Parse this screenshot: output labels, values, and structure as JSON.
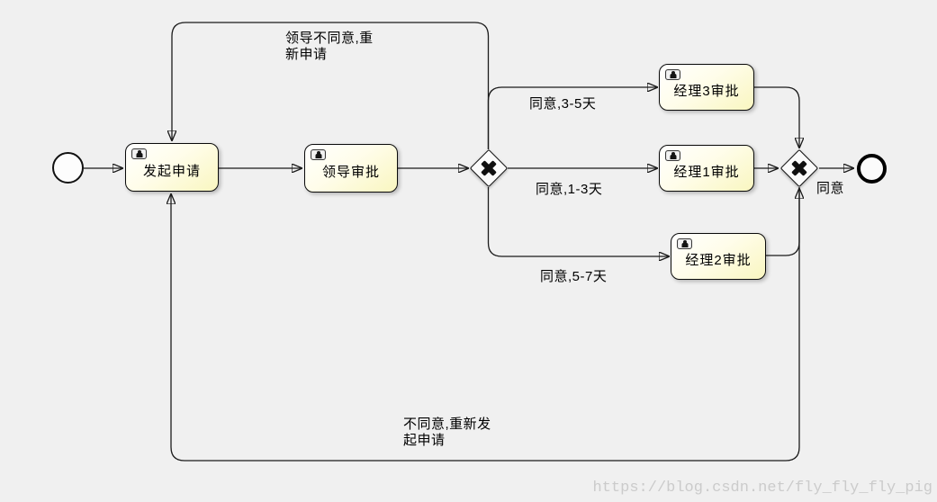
{
  "diagram": {
    "type": "bpmn-flowchart",
    "start_event": {
      "name": "start"
    },
    "end_event": {
      "name": "end"
    },
    "tasks": {
      "initiate": {
        "label": "发起申请",
        "icon": "user-task-icon"
      },
      "leader": {
        "label": "领导审批",
        "icon": "user-task-icon"
      },
      "manager3": {
        "label": "经理3审批",
        "icon": "user-task-icon"
      },
      "manager1": {
        "label": "经理1审批",
        "icon": "user-task-icon"
      },
      "manager2": {
        "label": "经理2审批",
        "icon": "user-task-icon"
      }
    },
    "gateways": [
      {
        "name": "exclusive-gateway-split",
        "symbol": "x"
      },
      {
        "name": "exclusive-gateway-join",
        "symbol": "x"
      }
    ],
    "edge_labels": {
      "leader_reject": "领导不同意,重\n新申请",
      "agree_3_5": "同意,3-5天",
      "agree_1_3": "同意,1-3天",
      "agree_5_7": "同意,5-7天",
      "agree": "同意",
      "reject_restart": "不同意,重新发\n起申请"
    }
  },
  "watermark": "https://blog.csdn.net/fly_fly_fly_pig",
  "colors": {
    "canvas_background": "#f0f0f0",
    "task_fill_top": "#ffffff",
    "task_fill_bottom": "#f9f6c0",
    "node_border": "#0a0a0a",
    "connector": "#1b1b1b",
    "watermark_text": "#cbcbcb"
  }
}
